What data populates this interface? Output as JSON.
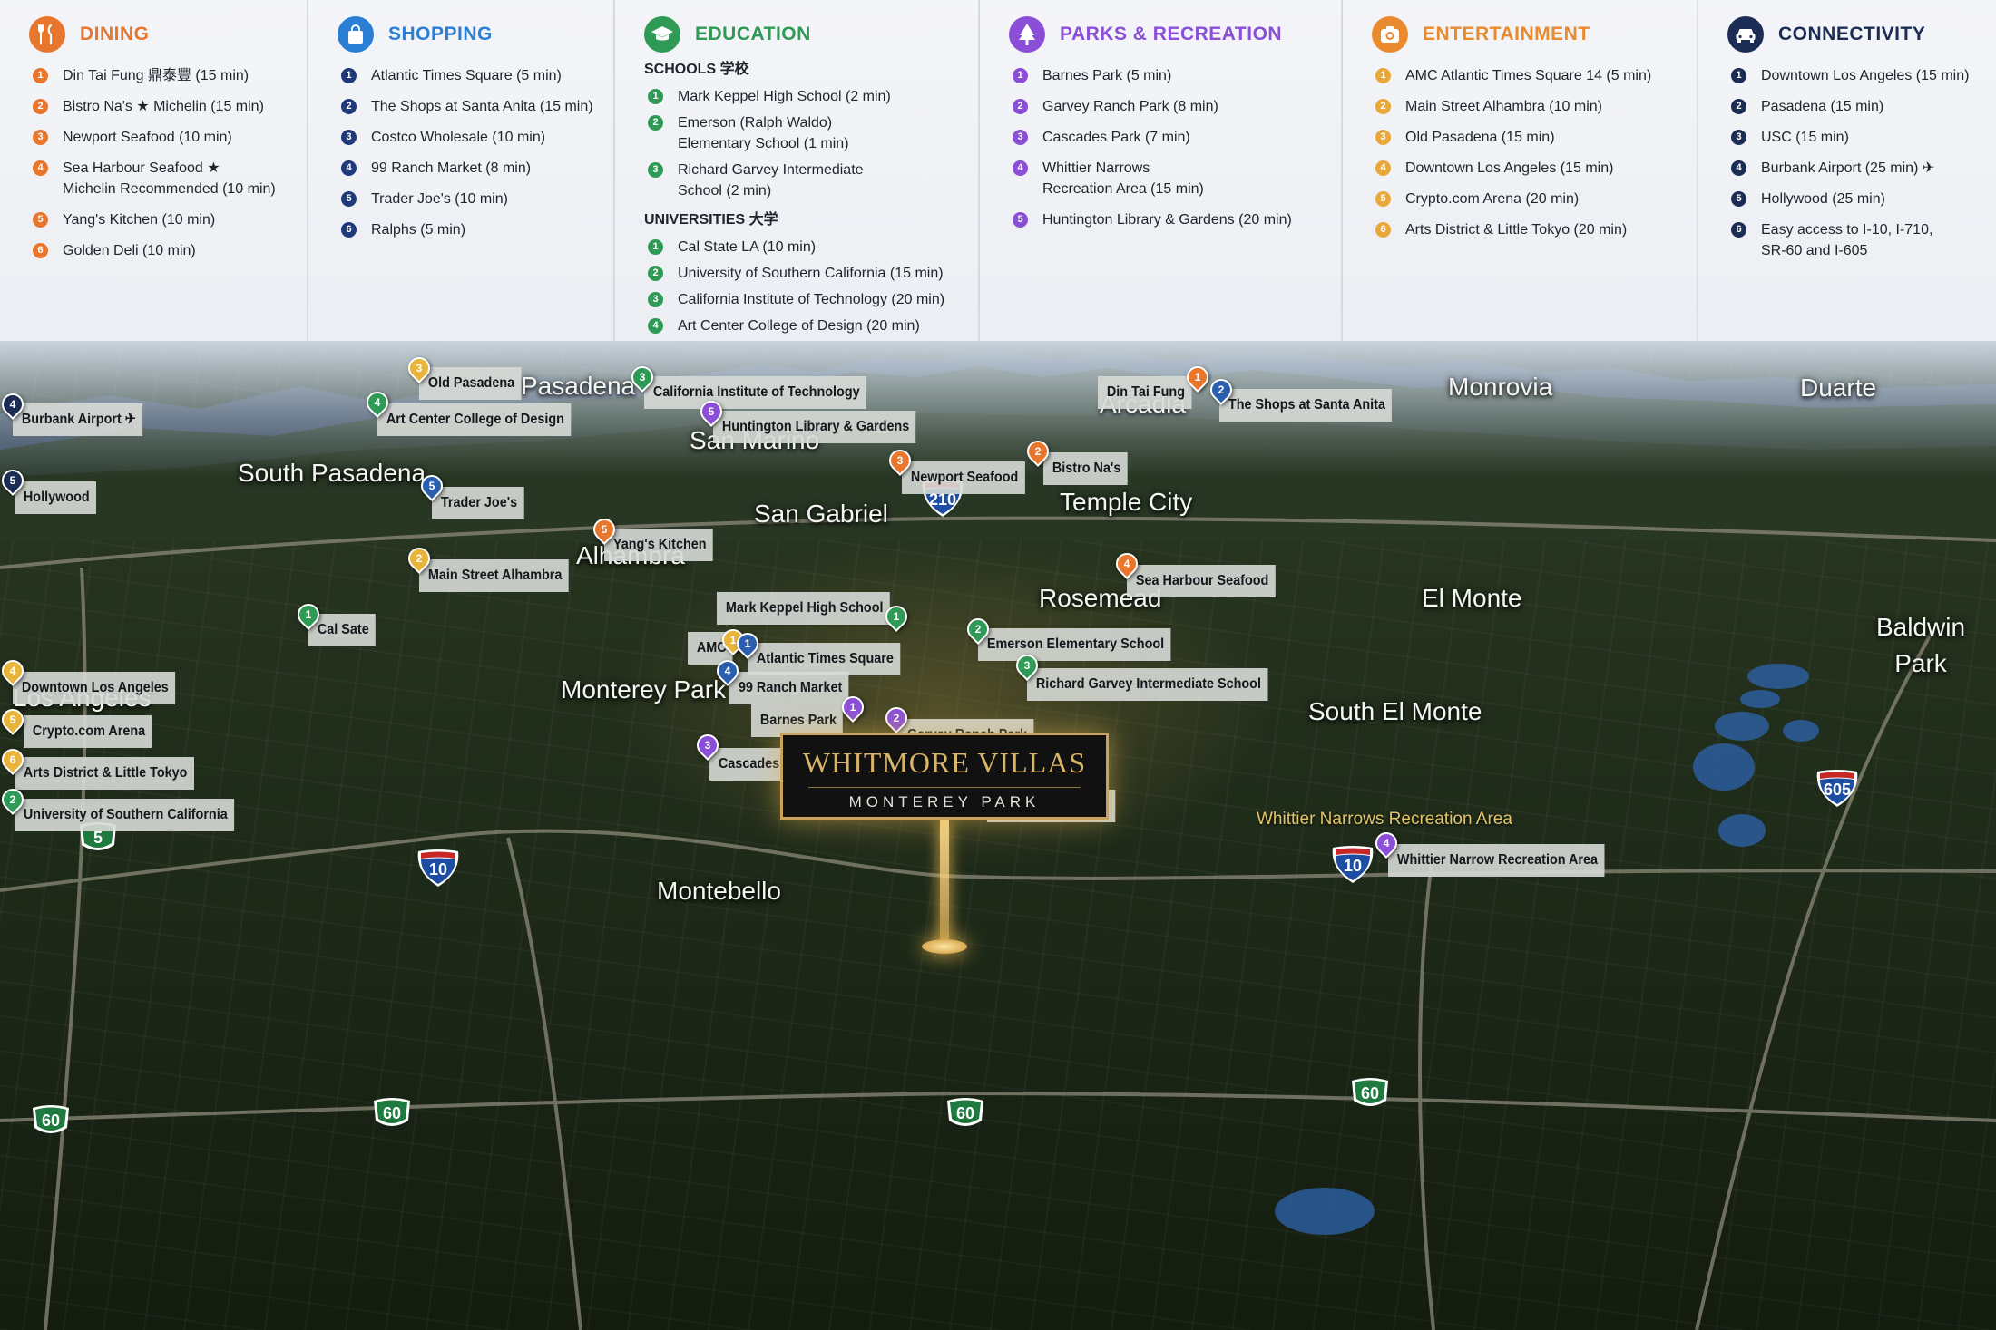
{
  "legend": {
    "dining": {
      "title": "DINING",
      "color": "#e8762d",
      "icon": "utensils-icon",
      "items": [
        "Din Tai Fung  鼎泰豐  (15 min)",
        "Bistro Na's ★ Michelin  (15 min)",
        "Newport Seafood  (10 min)",
        "Sea Harbour Seafood ★\nMichelin Recommended  (10 min)",
        "Yang's Kitchen  (10 min)",
        "Golden Deli  (10 min)"
      ]
    },
    "shopping": {
      "title": "SHOPPING",
      "color": "#2a7fd4",
      "number_color": "#1f3a7a",
      "icon": "shopping-bag-icon",
      "items": [
        "Atlantic Times Square  (5 min)",
        "The Shops at Santa Anita (15 min)",
        "Costco Wholesale  (10 min)",
        "99 Ranch Market  (8 min)",
        "Trader Joe's  (10 min)",
        "Ralphs  (5 min)"
      ]
    },
    "education": {
      "title": "EDUCATION",
      "color": "#2e9a55",
      "icon": "graduation-cap-icon",
      "schools_label": "SCHOOLS  学校",
      "schools": [
        "Mark Keppel High School  (2 min)",
        "Emerson (Ralph Waldo)\nElementary School  (1 min)",
        "Richard Garvey Intermediate\nSchool  (2 min)"
      ],
      "universities_label": "UNIVERSITIES  大学",
      "universities": [
        "Cal State LA  (10 min)",
        "University of Southern California  (15 min)",
        "California Institute of Technology  (20 min)",
        "Art Center College of Design  (20 min)"
      ]
    },
    "parks": {
      "title": "PARKS & RECREATION",
      "color": "#8a4fd6",
      "icon": "tree-icon",
      "items": [
        "Barnes Park  (5 min)",
        "Garvey Ranch Park  (8 min)",
        "Cascades Park  (7 min)",
        "Whittier Narrows\nRecreation Area  (15 min)",
        "Huntington Library & Gardens  (20 min)"
      ]
    },
    "entertainment": {
      "title": "ENTERTAINMENT",
      "color": "#e88a2d",
      "number_color": "#e8a83a",
      "icon": "camera-icon",
      "items": [
        "AMC Atlantic Times Square 14  (5 min)",
        "Main Street Alhambra  (10 min)",
        "Old Pasadena  (15 min)",
        "Downtown Los Angeles  (15 min)",
        "Crypto.com Arena  (20 min)",
        "Arts District & Little Tokyo  (20 min)"
      ]
    },
    "connectivity": {
      "title": "CONNECTIVITY",
      "color": "#1c2d55",
      "icon": "car-icon",
      "items": [
        "Downtown Los Angeles  (15 min)",
        "Pasadena  (15 min)",
        "USC  (15 min)",
        "Burbank Airport  (25 min)  ✈",
        "Hollywood  (25 min)",
        "Easy access to I-10, I-710,\nSR-60 and I-605"
      ]
    }
  },
  "brand": {
    "title": "WHITMORE VILLAS",
    "subtitle": "MONTEREY PARK"
  },
  "cities": [
    "Pasadena",
    "Arcadia",
    "Monrovia",
    "Duarte",
    "San Marino",
    "South Pasadena",
    "Temple City",
    "San Gabriel",
    "Alhambra",
    "Rosemead",
    "El Monte",
    "Baldwin\nPark",
    "Monterey Park",
    "Los Angeles",
    "South El Monte",
    "Montebello"
  ],
  "highways": [
    "210",
    "605",
    "10",
    "10",
    "5",
    "60",
    "60",
    "60",
    "60"
  ],
  "map_labels": [
    {
      "text": "Burbank Airport ✈",
      "num": "4",
      "color": "#1c2d55"
    },
    {
      "text": "Old Pasadena",
      "num": "3",
      "color": "#e8b43a"
    },
    {
      "text": "Art Center College of Design",
      "num": "4",
      "color": "#2e9a55"
    },
    {
      "text": "California Institute of Technology",
      "num": "3",
      "color": "#2e9a55"
    },
    {
      "text": "Huntington Library & Gardens",
      "num": "5",
      "color": "#8a4fd6"
    },
    {
      "text": "Din Tai Fung",
      "num": "1",
      "color": "#e8762d"
    },
    {
      "text": "The Shops at Santa Anita",
      "num": "2",
      "color": "#2a5fb0"
    },
    {
      "text": "Newport Seafood",
      "num": "3",
      "color": "#e8762d"
    },
    {
      "text": "Bistro Na's",
      "num": "2",
      "color": "#e8762d"
    },
    {
      "text": "Hollywood",
      "num": "5",
      "color": "#1c2d55"
    },
    {
      "text": "Trader Joe's",
      "num": "5",
      "color": "#2a5fb0"
    },
    {
      "text": "Yang's Kitchen",
      "num": "5",
      "color": "#e8762d"
    },
    {
      "text": "Main Street Alhambra",
      "num": "2",
      "color": "#e8b43a"
    },
    {
      "text": "Sea Harbour Seafood",
      "num": "4",
      "color": "#e8762d"
    },
    {
      "text": "Cal Sate",
      "num": "1",
      "color": "#2e9a55"
    },
    {
      "text": "Mark Keppel High School",
      "num": "1",
      "color": "#2e9a55"
    },
    {
      "text": "AMC",
      "num": "1",
      "color": "#e8b43a"
    },
    {
      "text": "Atlantic Times Square",
      "num": "1",
      "color": "#2a5fb0"
    },
    {
      "text": "Emerson Elementary School",
      "num": "2",
      "color": "#2e9a55"
    },
    {
      "text": "99 Ranch Market",
      "num": "4",
      "color": "#2a5fb0"
    },
    {
      "text": "Richard Garvey Intermediate School",
      "num": "3",
      "color": "#2e9a55"
    },
    {
      "text": "Barnes Park",
      "num": "1",
      "color": "#8a4fd6"
    },
    {
      "text": "Garvey Ranch Park",
      "num": "2",
      "color": "#8a4fd6"
    },
    {
      "text": "Cascades Park",
      "num": "3",
      "color": "#8a4fd6"
    },
    {
      "text": "Costco Wholesale",
      "num": "3",
      "color": "#2a5fb0"
    },
    {
      "text": "Downtown Los Angeles",
      "num": "4",
      "color": "#e8b43a"
    },
    {
      "text": "Crypto.com Arena",
      "num": "5",
      "color": "#e8b43a"
    },
    {
      "text": "Arts District & Little Tokyo",
      "num": "6",
      "color": "#e8b43a"
    },
    {
      "text": "University of Southern California",
      "num": "2",
      "color": "#2e9a55"
    },
    {
      "text": "Whittier Narrow Recreation Area",
      "num": "4",
      "color": "#8a4fd6"
    }
  ],
  "whittier_area": "Whittier Narrows\nRecreation Area"
}
